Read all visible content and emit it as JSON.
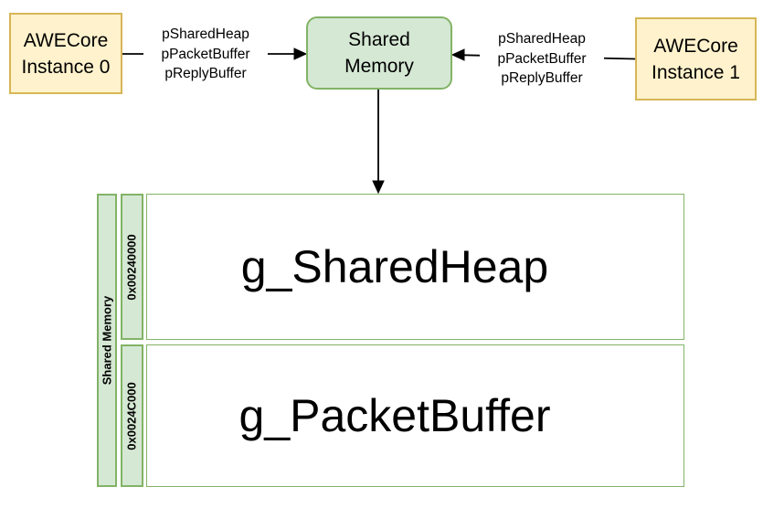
{
  "nodes": {
    "instance0": {
      "lines": [
        "AWECore",
        "Instance 0"
      ]
    },
    "shared_memory": {
      "lines": [
        "Shared",
        "Memory"
      ]
    },
    "instance1": {
      "lines": [
        "AWECore",
        "Instance 1"
      ]
    }
  },
  "connectors": {
    "left_label": {
      "lines": [
        "pSharedHeap",
        "pPacketBuffer",
        "pReplyBuffer"
      ]
    },
    "right_label": {
      "lines": [
        "pSharedHeap",
        "pPacketBuffer",
        "pReplyBuffer"
      ]
    }
  },
  "memory_table": {
    "side_label": "Shared Memory",
    "rows": [
      {
        "address": "0x00240000",
        "name": "g_SharedHeap"
      },
      {
        "address": "0x0024C000",
        "name": "g_PacketBuffer"
      }
    ]
  },
  "colors": {
    "node_yellow_fill": "#FFF2CC",
    "node_yellow_border": "#D6B656",
    "node_green_fill": "#D5E8D4",
    "node_green_border": "#82B366",
    "connector_line": "#000000",
    "text": "#000000"
  }
}
